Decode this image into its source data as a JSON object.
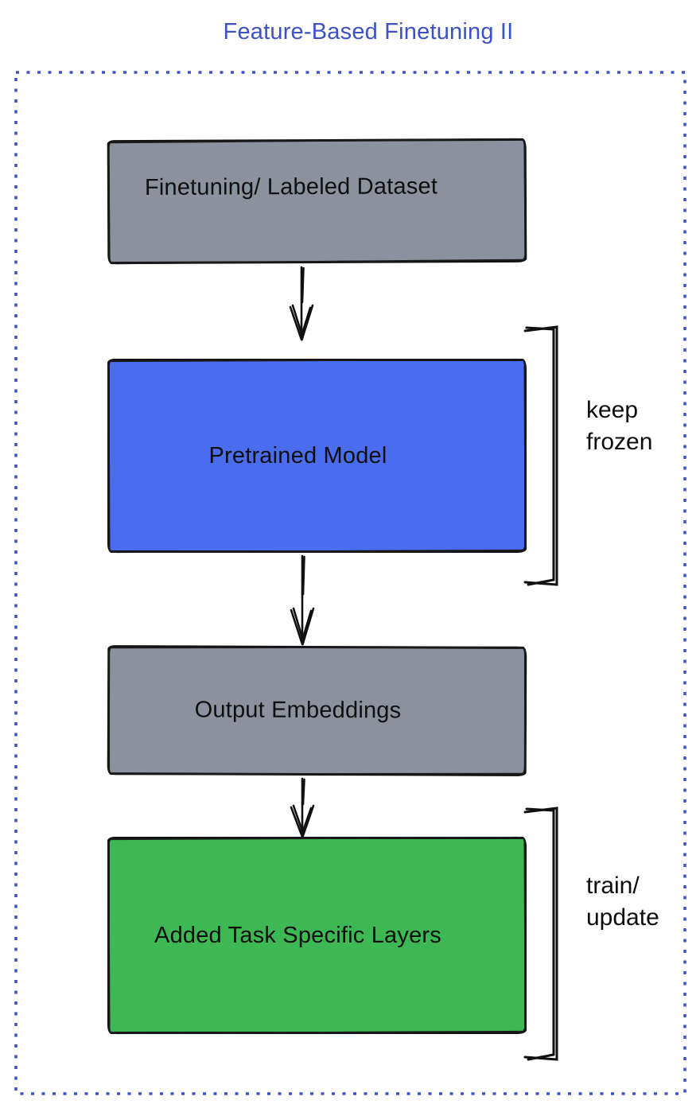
{
  "title": "Feature-Based Finetuning II",
  "colors": {
    "title": "#3b52c6",
    "frame": "#3c53cb",
    "gray": "#8b929e",
    "blue": "#4a6cee",
    "green": "#3eb854",
    "ink": "#111111"
  },
  "nodes": [
    {
      "label": "Finetuning/ Labeled Dataset",
      "fill": "gray"
    },
    {
      "label": "Pretrained Model",
      "fill": "blue"
    },
    {
      "label": "Output Embeddings",
      "fill": "gray"
    },
    {
      "label": "Added Task Specific Layers",
      "fill": "green"
    }
  ],
  "annotations": [
    {
      "label": "keep\nfrozen"
    },
    {
      "label": "train/\nupdate"
    }
  ]
}
